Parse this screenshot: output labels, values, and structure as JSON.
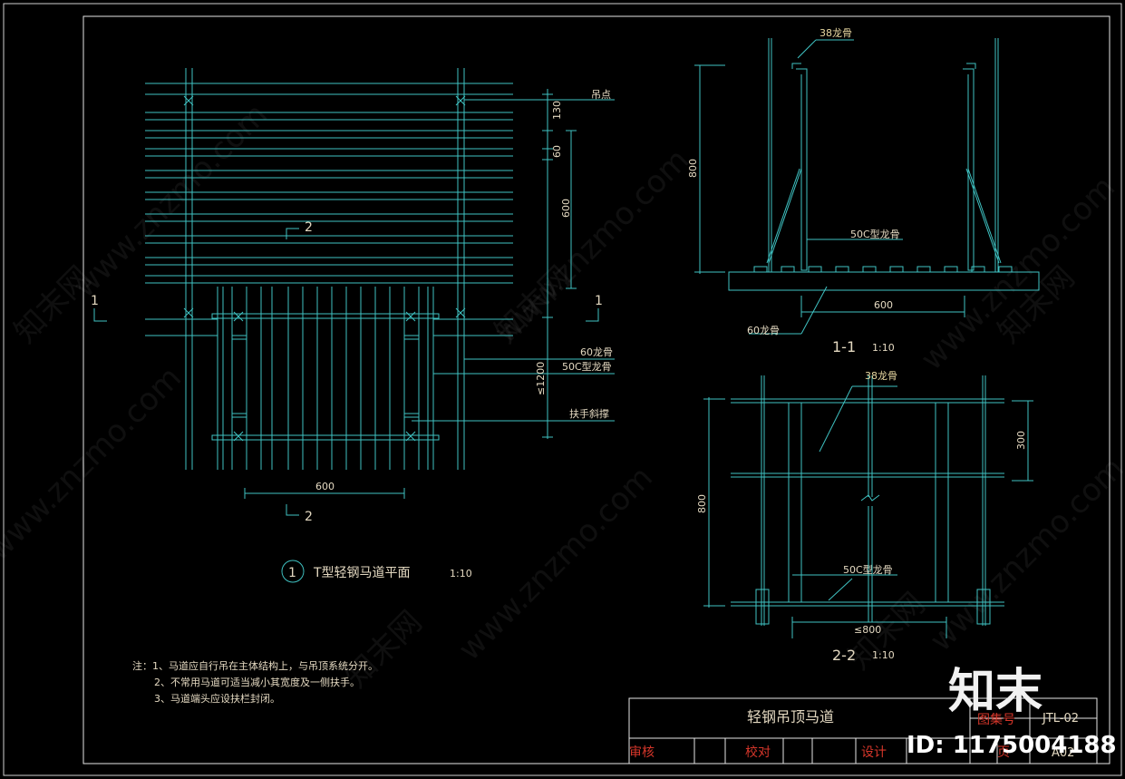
{
  "plan": {
    "label_diaodian": "吊点",
    "dim_130": "130",
    "dim_60": "60",
    "dim_600v": "600",
    "dim_1200": "≤1200",
    "label_60_keel": "60龙骨",
    "label_50c_keel": "50C型龙骨",
    "label_brace": "扶手斜撑",
    "dim_600h": "600",
    "sec_1": "1",
    "sec_2": "2",
    "title_num": "1",
    "title": "T型轻钢马道平面",
    "scale": "1:10"
  },
  "section11": {
    "label_38": "38龙骨",
    "dim_800": "800",
    "label_50c": "50C型龙骨",
    "dim_600": "600",
    "label_60": "60龙骨",
    "title": "1-1",
    "scale": "1:10"
  },
  "section22": {
    "label_38": "38龙骨",
    "dim_300": "300",
    "dim_800v": "800",
    "label_50c": "50C型龙骨",
    "dim_800h": "≤800",
    "title": "2-2",
    "scale": "1:10"
  },
  "notes": {
    "n1": "注：1、马道应自行吊在主体结构上，与吊顶系统分开。",
    "n2": "2、不常用马道可适当减小其宽度及一侧扶手。",
    "n3": "3、马道端头应设扶栏封闭。"
  },
  "titleblock": {
    "drawing_name": "轻钢吊顶马道",
    "atlas_label": "图集号",
    "atlas_no": "JTL-02",
    "review": "审核",
    "check": "校对",
    "design": "设计",
    "page_label": "页",
    "page_no": "A02"
  },
  "watermark": {
    "site": "www.znzmo.com",
    "cn": "知末网",
    "logo": "知末",
    "id": "ID: 1175004188"
  },
  "colors": {
    "cyan": "#3fc2c2",
    "frame": "#d9d9d9",
    "annotation": "#e3d8c0",
    "red": "#d5362a"
  }
}
